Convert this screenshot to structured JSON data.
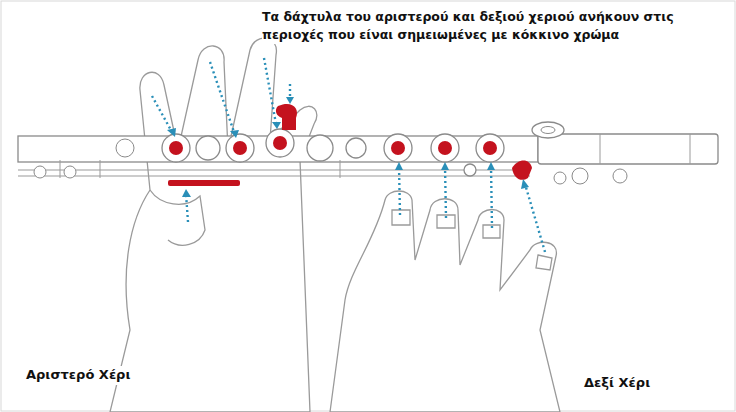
{
  "diagram": {
    "title": "Τα δάχτυλα του αριστερού και δεξιού χεριού ανήκουν στις περιοχές που είναι σημειωμένες με κόκκινο χρώμα",
    "labels": [
      "Αριστερό Χέρι",
      "Δεξί Χέρι"
    ]
  }
}
